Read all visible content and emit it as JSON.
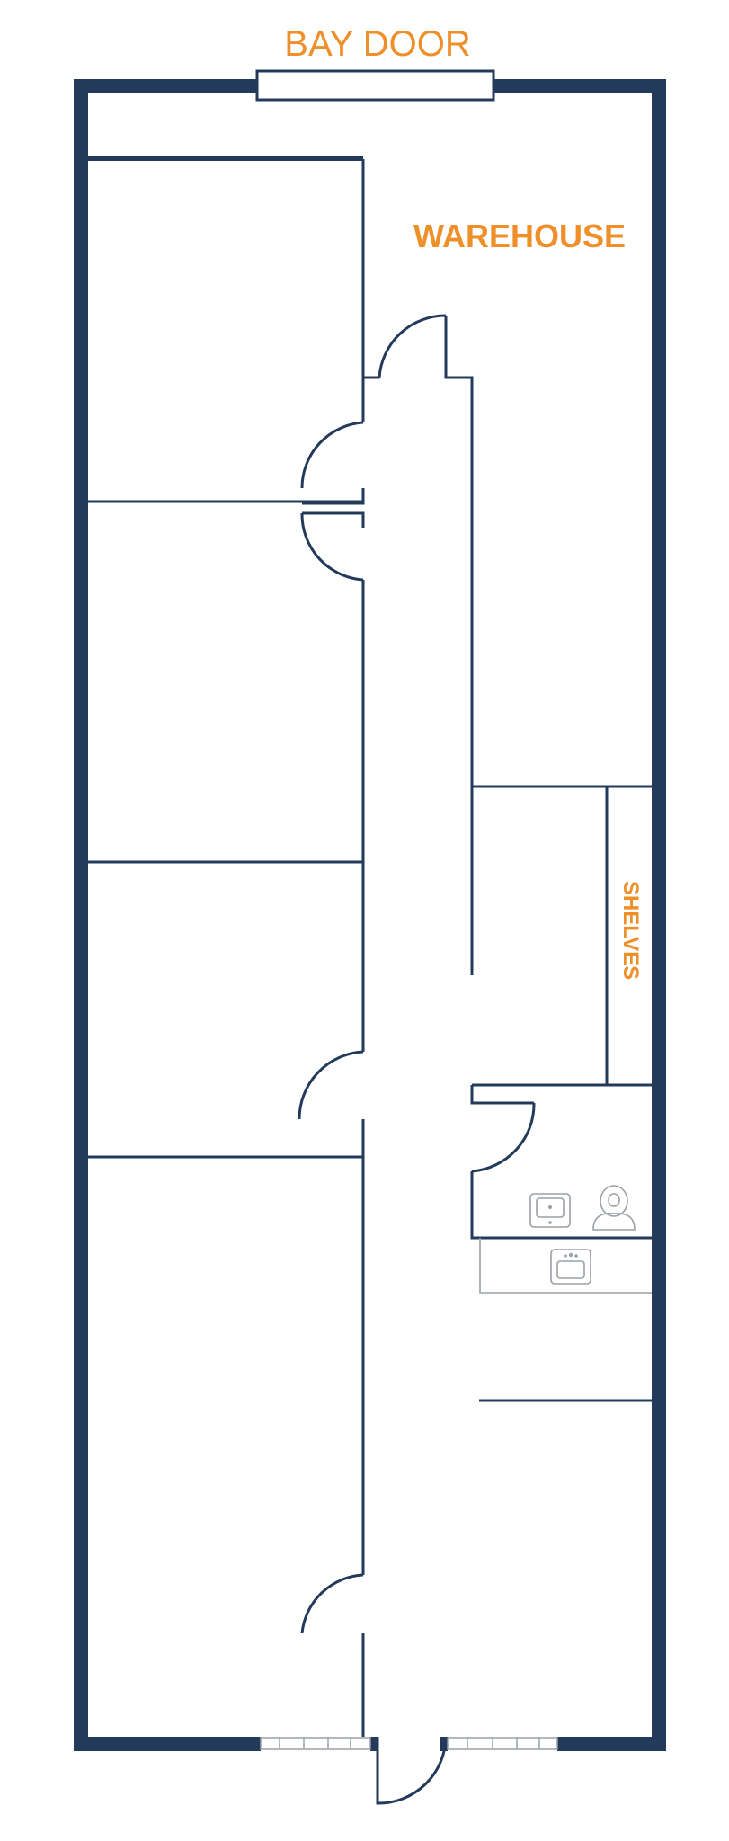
{
  "labels": {
    "bay_door": "BAY DOOR",
    "warehouse": "WAREHOUSE",
    "shelves": "SHELVES"
  },
  "colors": {
    "wall": "#233a5b",
    "label": "#ee8f2a",
    "fixture": "#9aa0a6",
    "background": "#ffffff"
  },
  "icons": [
    "sink-icon",
    "toilet-icon",
    "kitchen-sink-icon"
  ]
}
